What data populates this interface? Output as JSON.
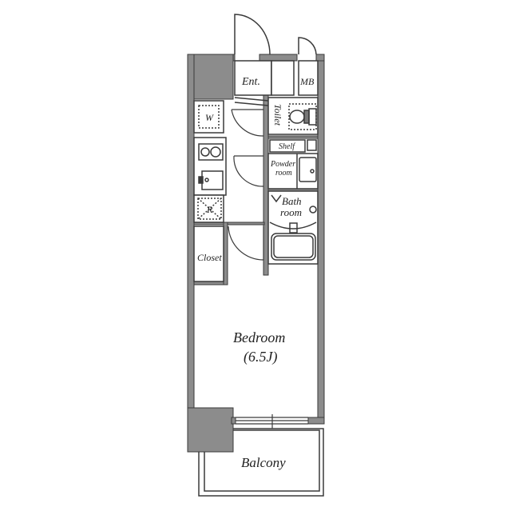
{
  "floorplan": {
    "colors": {
      "wall": "#8c8c8c",
      "wall_stroke": "#3a3a3a",
      "line": "#3a3a3a",
      "background": "#ffffff"
    },
    "rooms": {
      "entrance": "Ent.",
      "meter_box": "MB",
      "washer": "W",
      "toilet": "Toilet",
      "shelf": "Shelf",
      "powder_room_line1": "Powder",
      "powder_room_line2": "room",
      "bath_room_line1": "Bath",
      "bath_room_line2": "room",
      "refrigerator": "R",
      "closet": "Closet",
      "bedroom": "Bedroom",
      "bedroom_size": "(6.5J)",
      "balcony": "Balcony"
    }
  }
}
